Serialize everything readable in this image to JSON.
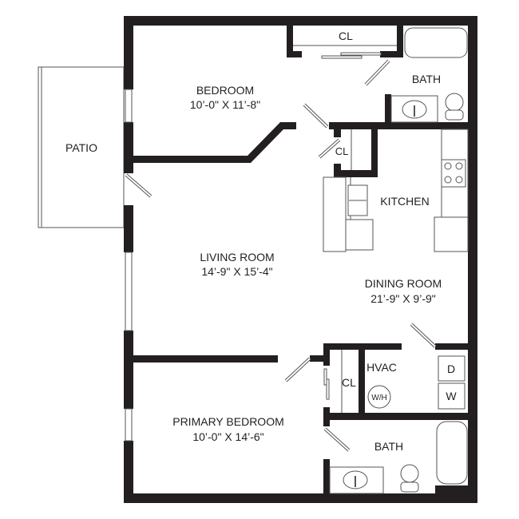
{
  "plan": {
    "rooms": {
      "patio": {
        "label": "PATIO"
      },
      "bedroom": {
        "label": "BEDROOM",
        "dimensions": "10’-0\" X 11’-8\""
      },
      "bedroom_closet": {
        "label": "CL"
      },
      "bath_1": {
        "label": "BATH"
      },
      "hall_closet": {
        "label": "CL"
      },
      "kitchen": {
        "label": "KITCHEN"
      },
      "living_room": {
        "label": "LIVING ROOM",
        "dimensions": "14’-9\" X 15’-4\""
      },
      "dining_room": {
        "label": "DINING ROOM",
        "dimensions": "21’-9\" X 9’-9\""
      },
      "hvac": {
        "label": "HVAC",
        "water_heater": "W/H"
      },
      "primary_closet": {
        "label": "CL"
      },
      "laundry": {
        "dryer": "D",
        "washer": "W"
      },
      "primary_bedroom": {
        "label": "PRIMARY BEDROOM",
        "dimensions": "10’-0\" X 14’-6\""
      },
      "bath_2": {
        "label": "BATH"
      }
    },
    "colors": {
      "wall": "#231f20",
      "fixture_line": "#555555",
      "background": "#ffffff"
    }
  }
}
